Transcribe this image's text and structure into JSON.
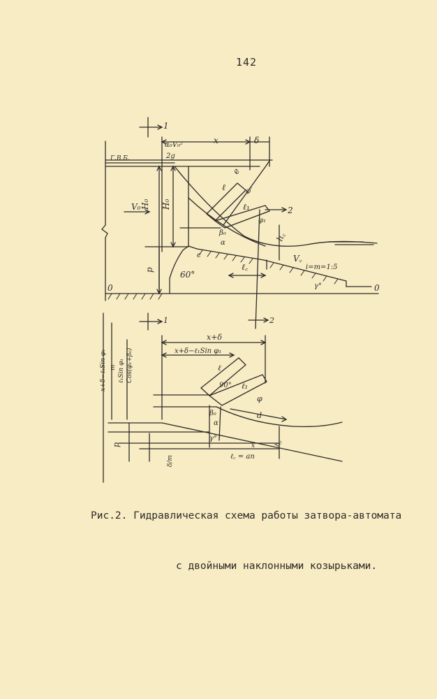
{
  "page": {
    "number": "142"
  },
  "caption": {
    "line1": "Рис.2. Гидравлическая схема работы затвора-автомата",
    "line2": "с двойными наклонными козырьками."
  },
  "diagram_top": {
    "section_1": "1",
    "section_2": "2",
    "x_label": "x",
    "delta_label": "δ",
    "velocity_head": "α₀V₀²",
    "two_g": "2g",
    "water_level": "Г.В.Б.",
    "v0": "V₀",
    "h0": "H₀",
    "h_total": "H₀",
    "p": "p",
    "angle_60": "60°",
    "l_label": "ℓ",
    "lc_label": "ℓ꜀",
    "l1_label": "ℓ₁",
    "phi_prime": "φ′",
    "phi1": "φ₁",
    "beta0": "β₀",
    "alpha": "α",
    "hc": "h꜀",
    "vc": "V꜀",
    "slope": "i=m=1:5",
    "gamma": "γ°",
    "zero_left": "0",
    "zero_right": "0",
    "e_label": "e",
    "c_label": "c"
  },
  "diagram_bottom": {
    "section_1": "1",
    "section_2": "2",
    "x_plus_delta": "x+δ",
    "x_delta_formula": "x+δ−ℓ₁Sin φ₁",
    "left_formula_1": "x+δ−ℓ₁Sin φ₁",
    "left_formula_2": "m",
    "left_formula_3": "ℓ₁Sin φ₁",
    "left_formula_4": "Cos(φ₁+β₀)",
    "angle_90": "90°",
    "l_label": "ℓ",
    "l1_label": "ℓ₁",
    "phi": "φ",
    "beta0": "β₀",
    "alpha": "α",
    "d_label": "d",
    "gamma": "γ°",
    "hc": "h꜀",
    "p": "p",
    "lc_formula": "ℓ꜀ = an",
    "x_small": "x",
    "delta_ratio": "δ/m"
  }
}
